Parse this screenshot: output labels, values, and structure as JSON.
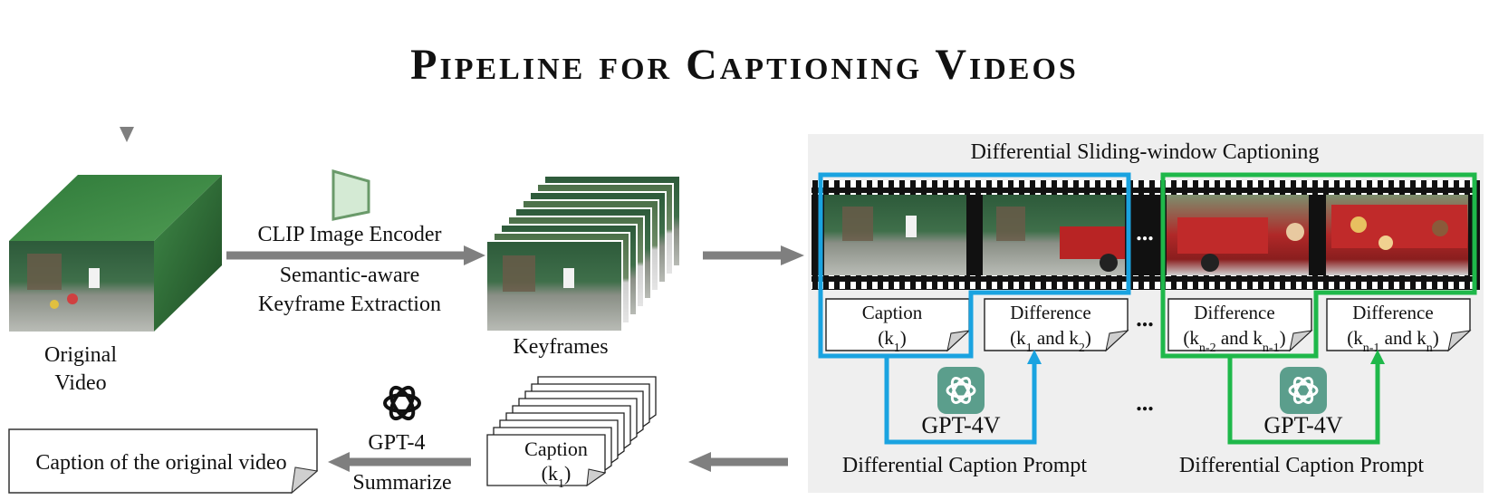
{
  "title": "Pipeline for Captioning Videos",
  "left": {
    "original_video_label": [
      "Original",
      "Video"
    ],
    "clip_encoder_label": "CLIP Image Encoder",
    "extraction_label": [
      "Semantic-aware",
      "Keyframe Extraction"
    ],
    "keyframes_label": "Keyframes"
  },
  "bottom": {
    "final_caption": "Caption of the original video",
    "gpt4_label": "GPT-4",
    "summarize_label": "Summarize",
    "caption_stack_label": "Caption",
    "caption_stack_sub": "(k",
    "caption_stack_sub_index": "1",
    "caption_stack_close": ")"
  },
  "panel": {
    "title": "Differential Sliding-window Captioning",
    "ellipsis": "...",
    "cards": [
      {
        "line1": "Caption",
        "pre": "(k",
        "sub1": "1",
        "mid": "",
        "sub2": "",
        "post": ")"
      },
      {
        "line1": "Difference",
        "pre": "(k",
        "sub1": "1",
        "mid": " and k",
        "sub2": "2",
        "post": ")"
      },
      {
        "line1": "Difference",
        "pre": "(k",
        "sub1": "n-2",
        "mid": " and k",
        "sub2": "n-1",
        "post": ")"
      },
      {
        "line1": "Difference",
        "pre": "(k",
        "sub1": "n-1",
        "mid": " and k",
        "sub2": "n",
        "post": ")"
      }
    ],
    "gpt4v_label": "GPT-4V",
    "prompt_label": "Differential Caption Prompt"
  },
  "colors": {
    "blue_window": "#1aa3e0",
    "green_window": "#1fb84a",
    "arrow_gray": "#7f7f7f",
    "panel_bg": "#efefef",
    "encoder_fill": "#d4ead4",
    "encoder_stroke": "#6a9a6a",
    "gpt_badge": "#5b9e8c"
  },
  "icons": [
    "openai-logo-icon",
    "gpt4v-logo-icon"
  ]
}
